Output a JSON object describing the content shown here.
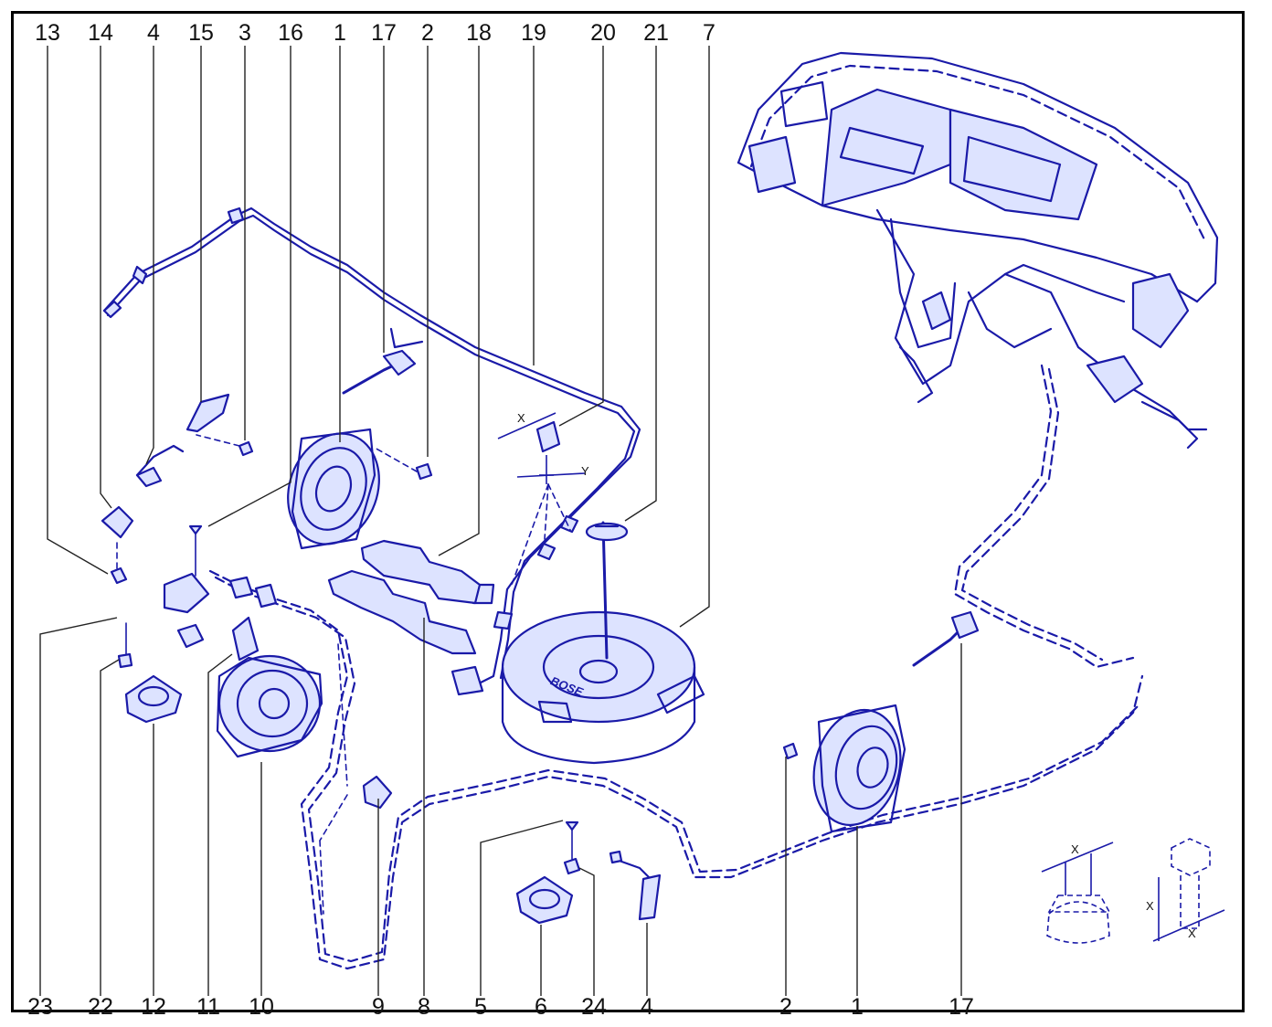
{
  "diagram": {
    "line_color": "#1a1aa8",
    "fill_color": "#dde3ff",
    "leader_color": "#222222",
    "callouts_top": [
      "13",
      "14",
      "4",
      "15",
      "3",
      "16",
      "1",
      "17",
      "2",
      "18",
      "19",
      "20",
      "21",
      "7"
    ],
    "callouts_bottom": [
      "23",
      "22",
      "12",
      "11",
      "10",
      "9",
      "8",
      "5",
      "6",
      "24",
      "4",
      "2",
      "1",
      "17"
    ],
    "dimension_labels": {
      "clip_x": "X",
      "clip_y": "Y",
      "nut_x": "X",
      "bolt_x1": "X",
      "bolt_x2": "X"
    },
    "logo_text": "BOSE"
  }
}
